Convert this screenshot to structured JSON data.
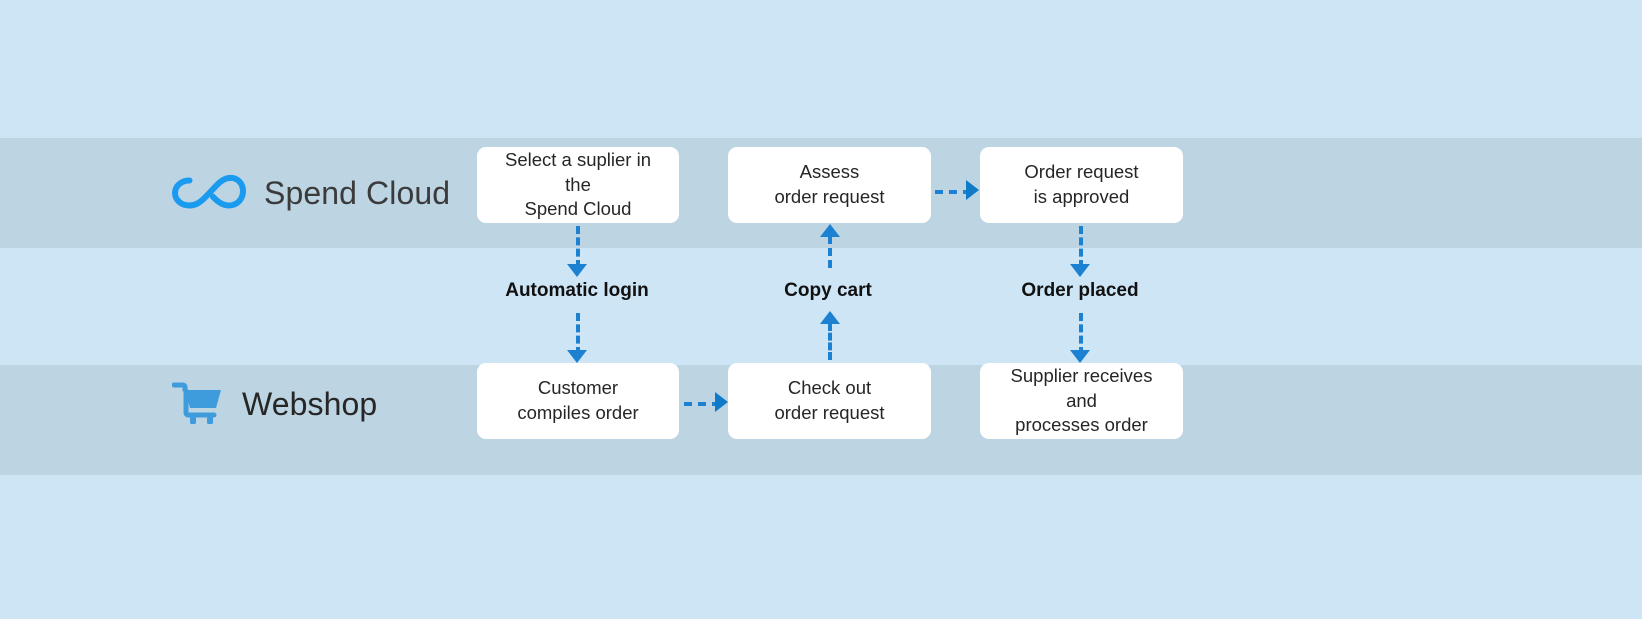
{
  "diagram": {
    "title": "Spend Cloud to Webshop punchout order flow",
    "background_color": "#cde5f5",
    "band_color": "#bdd4e3",
    "accent_color": "#1b81d0",
    "node_color": "#ffffff",
    "text_color": "#262626"
  },
  "lanes": [
    {
      "id": "spend-cloud",
      "label": "Spend Cloud",
      "icon": "infinity-icon"
    },
    {
      "id": "webshop",
      "label": "Webshop",
      "icon": "shopping-cart-icon"
    }
  ],
  "nodes": {
    "top": [
      {
        "id": "select-supplier",
        "text": "Select a suplier in the\nSpend Cloud"
      },
      {
        "id": "assess-request",
        "text": "Assess\norder request"
      },
      {
        "id": "request-approved",
        "text": "Order request\nis approved"
      }
    ],
    "bottom": [
      {
        "id": "compile-order",
        "text": "Customer\ncompiles order"
      },
      {
        "id": "check-out",
        "text": "Check out\norder request"
      },
      {
        "id": "supplier-processes",
        "text": "Supplier receives and\nprocesses order"
      }
    ]
  },
  "flow_labels": [
    {
      "id": "automatic-login",
      "text": "Automatic login",
      "direction": "down"
    },
    {
      "id": "copy-cart",
      "text": "Copy cart",
      "direction": "up"
    },
    {
      "id": "order-placed",
      "text": "Order placed",
      "direction": "down"
    }
  ],
  "horizontal_connectors": [
    {
      "id": "assess-to-approved",
      "direction": "right"
    },
    {
      "id": "compile-to-checkout",
      "direction": "right"
    }
  ]
}
